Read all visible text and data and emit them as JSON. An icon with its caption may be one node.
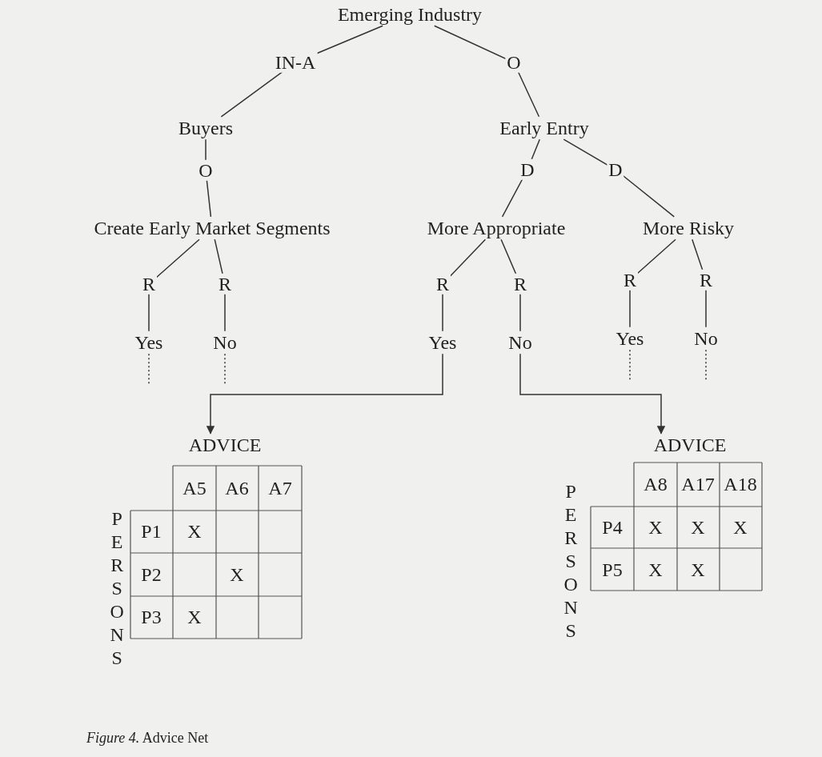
{
  "diagram": {
    "caption": "*Figure 4.* Advice Net",
    "nodes": [
      {
        "text": [
          "Emerging Industry"
        ]
      },
      {
        "text": [
          "Buyers"
        ]
      },
      {
        "text": [
          "Early Entry"
        ]
      },
      {
        "text": [
          "Create Early Market Segments"
        ]
      },
      {
        "text": [
          "More Appropriate"
        ]
      },
      {
        "text": [
          "More Risky"
        ]
      },
      {
        "text": [
          "Yes"
        ]
      },
      {
        "text": [
          "No"
        ]
      },
      {
        "text": [
          "Yes"
        ]
      },
      {
        "text": [
          "No"
        ]
      },
      {
        "text": [
          "Yes"
        ]
      },
      {
        "text": [
          "No"
        ]
      },
      {
        "text": [
          "ADVICE"
        ]
      },
      {
        "text": [
          "ADVICE"
        ]
      }
    ],
    "edges": [
      {
        "from": 0,
        "to": 1,
        "arrow": "none",
        "label": "IN-A"
      },
      {
        "from": 0,
        "to": 2,
        "arrow": "none",
        "label": "O"
      },
      {
        "from": 1,
        "to": 3,
        "arrow": "none",
        "label": "O"
      },
      {
        "from": 2,
        "to": 4,
        "arrow": "none",
        "label": "D"
      },
      {
        "from": 2,
        "to": 5,
        "arrow": "none",
        "label": "D"
      },
      {
        "from": 3,
        "to": 6,
        "arrow": "none",
        "label": "R"
      },
      {
        "from": 3,
        "to": 7,
        "arrow": "none",
        "label": "R"
      },
      {
        "from": 4,
        "to": 8,
        "arrow": "none",
        "label": "R"
      },
      {
        "from": 4,
        "to": 9,
        "arrow": "none",
        "label": "R"
      },
      {
        "from": 5,
        "to": 10,
        "arrow": "none",
        "label": "R"
      },
      {
        "from": 5,
        "to": 11,
        "arrow": "none",
        "label": "R"
      },
      {
        "from": 8,
        "to": 12,
        "arrow": "to"
      },
      {
        "from": 9,
        "to": 13,
        "arrow": "to"
      },
      {
        "from": 6,
        "to": null,
        "arrow": "none",
        "style": "dashed"
      },
      {
        "from": 7,
        "to": null,
        "arrow": "none",
        "style": "dashed"
      },
      {
        "from": 10,
        "to": null,
        "arrow": "none",
        "style": "dashed"
      },
      {
        "from": 11,
        "to": null,
        "arrow": "none",
        "style": "dashed"
      }
    ],
    "labels": [
      "A5",
      "A6",
      "A7",
      "P1",
      "X",
      "P2",
      "X",
      "P3",
      "X",
      "PERSONS",
      "A8",
      "A17",
      "A18",
      "P4",
      "X",
      "X",
      "X",
      "P5",
      "X",
      "X",
      "PERSONS"
    ]
  }
}
